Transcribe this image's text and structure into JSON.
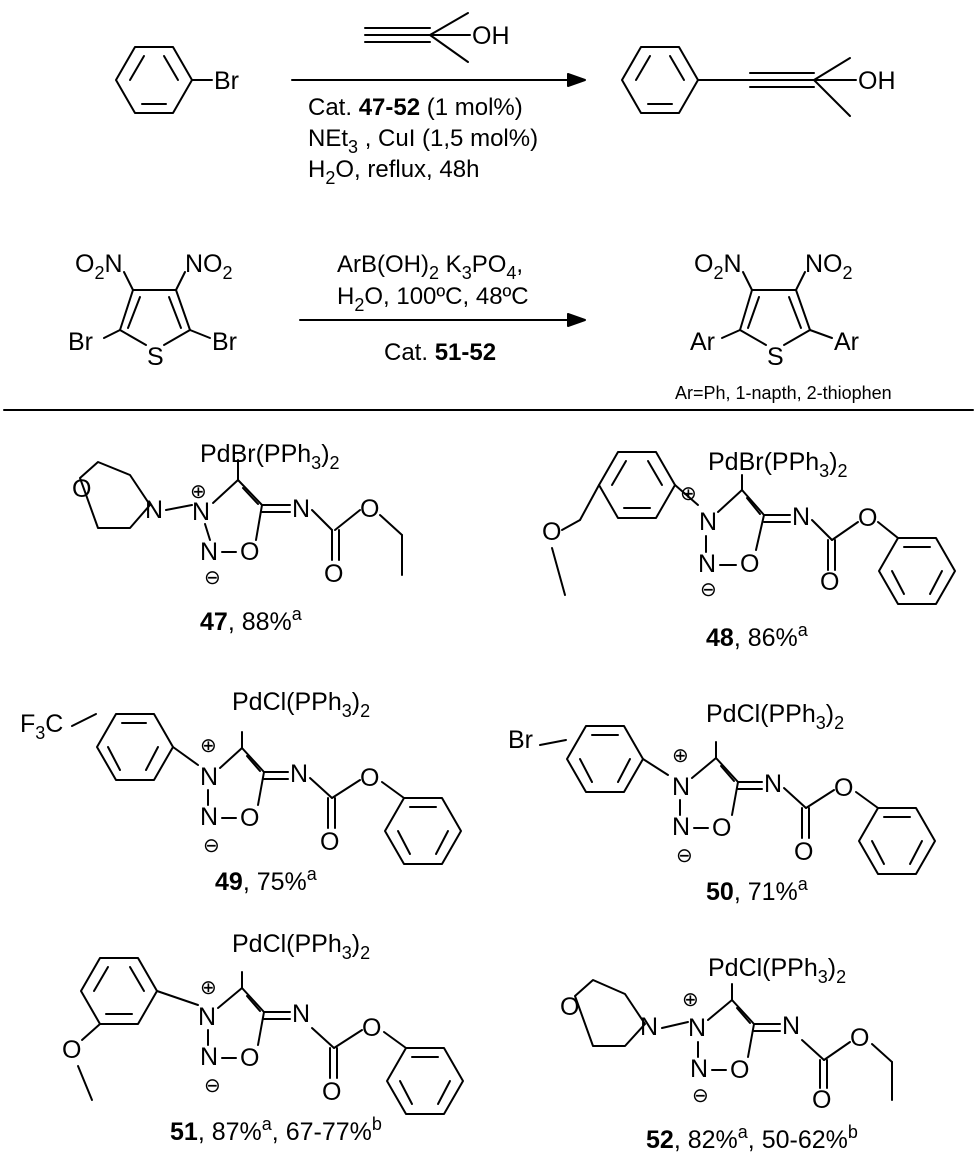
{
  "reaction1": {
    "reactant_label": "Br",
    "reagent_label": "OH",
    "cond_line1_pre": "Cat. ",
    "cond_line1_bold": "47-52",
    "cond_line1_post": " (1 mol%)",
    "cond_line2_a": "NEt",
    "cond_line2_sub": "3",
    "cond_line2_b": " , CuI (1,5 mol%)",
    "cond_line3_a": "H",
    "cond_line3_sub": "2",
    "cond_line3_b": "O,  reflux, 48h",
    "product_label": "OH"
  },
  "reaction2": {
    "no2_left_a": "O",
    "no2_left_sub": "2",
    "no2_left_b": "N",
    "no2_right_a": "NO",
    "no2_right_sub": "2",
    "br_left": "Br",
    "br_right": "Br",
    "sulfur": "S",
    "cond_line1_a": "ArB(OH)",
    "cond_line1_sub1": "2",
    "cond_line1_b": " K",
    "cond_line1_sub2": "3",
    "cond_line1_c": "PO",
    "cond_line1_sub3": "4",
    "cond_line1_d": ",",
    "cond_line2_a": "H",
    "cond_line2_sub": "2",
    "cond_line2_b": "O, 100ºC, 48ºC",
    "cond_line3_pre": "Cat. ",
    "cond_line3_bold": "51-52",
    "prod_no2_left_a": "O",
    "prod_no2_left_sub": "2",
    "prod_no2_left_b": "N",
    "prod_no2_right_a": "NO",
    "prod_no2_right_sub": "2",
    "ar_left": "Ar",
    "ar_right": "Ar",
    "prod_sulfur": "S",
    "ar_note": "Ar=Ph, 1-napth, 2-thiophen"
  },
  "catalysts": [
    {
      "id": "47",
      "pd_a": "PdBr(PPh",
      "pd_sub": "3",
      "pd_b": ")",
      "pd_sub2": "2",
      "yield_a": "88%",
      "sup_a": "a",
      "yield_b": "",
      "sup_b": ""
    },
    {
      "id": "48",
      "pd_a": "PdBr(PPh",
      "pd_sub": "3",
      "pd_b": ")",
      "pd_sub2": "2",
      "yield_a": "86%",
      "sup_a": "a",
      "yield_b": "",
      "sup_b": ""
    },
    {
      "id": "49",
      "pd_a": "PdCl(PPh",
      "pd_sub": "3",
      "pd_b": ")",
      "pd_sub2": "2",
      "yield_a": "75%",
      "sup_a": "a",
      "yield_b": "",
      "sup_b": ""
    },
    {
      "id": "50",
      "pd_a": "PdCl(PPh",
      "pd_sub": "3",
      "pd_b": ")",
      "pd_sub2": "2",
      "yield_a": "71%",
      "sup_a": "a",
      "yield_b": "",
      "sup_b": ""
    },
    {
      "id": "51",
      "pd_a": "PdCl(PPh",
      "pd_sub": "3",
      "pd_b": ")",
      "pd_sub2": "2",
      "yield_a": "87%",
      "sup_a": "a",
      "yield_b": "67-77%",
      "sup_b": "b"
    },
    {
      "id": "52",
      "pd_a": "PdCl(PPh",
      "pd_sub": "3",
      "pd_b": ")",
      "pd_sub2": "2",
      "yield_a": "82%",
      "sup_a": "a",
      "yield_b": "50-62%",
      "sup_b": "b"
    }
  ],
  "atoms": {
    "N": "N",
    "O": "O",
    "plus": "⊕",
    "minus": "⊖",
    "f3c_a": "F",
    "f3c_sub": "3",
    "f3c_b": "C",
    "br": "Br",
    "comma": ", "
  }
}
